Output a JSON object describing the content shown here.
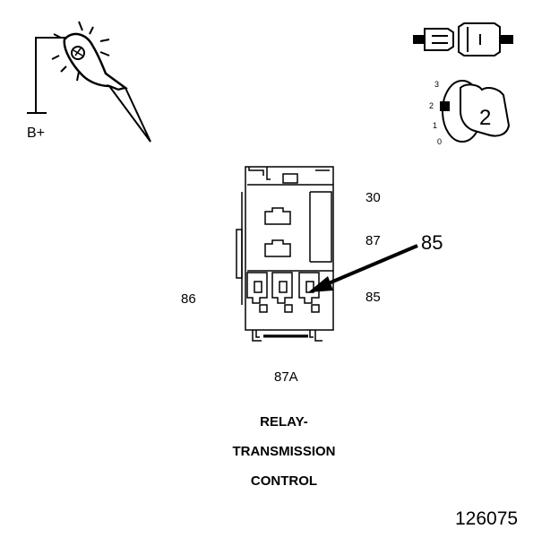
{
  "probe": {
    "supply_label": "B+"
  },
  "key_switch": {
    "position_labels": [
      "3",
      "2",
      "1",
      "0"
    ],
    "selected_position": "2"
  },
  "relay": {
    "terminals": {
      "t30": "30",
      "t87": "87",
      "t86": "86",
      "t85": "85",
      "t87a": "87A"
    },
    "callout": "85"
  },
  "title": {
    "line1": "RELAY-",
    "line2": "TRANSMISSION",
    "line3": "CONTROL"
  },
  "figure_number": "126075"
}
